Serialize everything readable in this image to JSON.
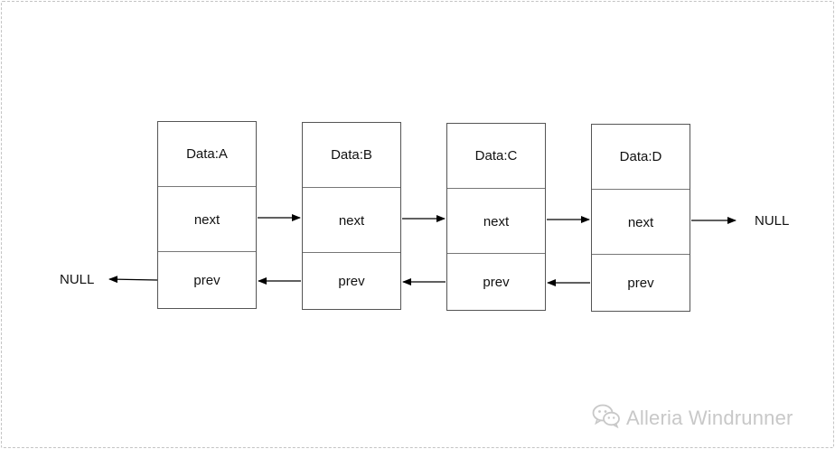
{
  "nodes": [
    {
      "data": "Data:A",
      "next": "next",
      "prev": "prev"
    },
    {
      "data": "Data:B",
      "next": "next",
      "prev": "prev"
    },
    {
      "data": "Data:C",
      "next": "next",
      "prev": "prev"
    },
    {
      "data": "Data:D",
      "next": "next",
      "prev": "prev"
    }
  ],
  "labels": {
    "null_left": "NULL",
    "null_right": "NULL"
  },
  "watermark": {
    "text": "Alleria Windrunner",
    "icon": "wechat-icon"
  }
}
